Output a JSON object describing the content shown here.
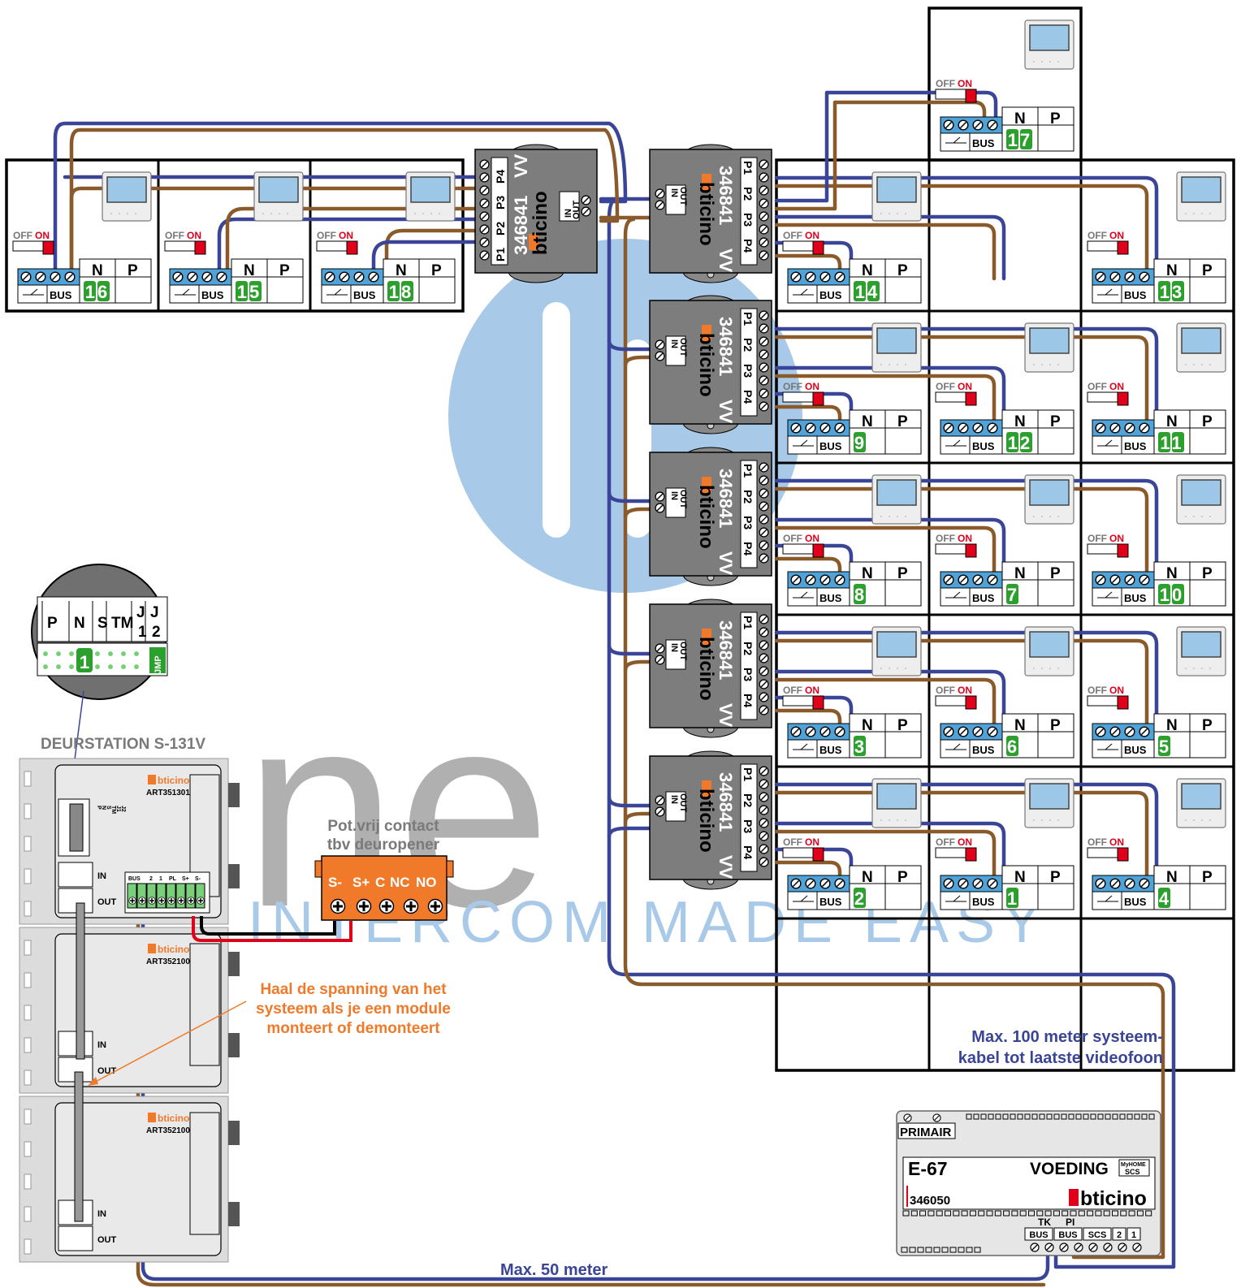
{
  "colors": {
    "bus_blue": "#3a4597",
    "bus_brown": "#8b5a2b",
    "module_grey": "#7d7d7d",
    "terminal_blue": "#4fa3d8",
    "unit_green": "#2ca02c",
    "orange": "#f07a2a",
    "red": "#e0001a",
    "watermark_blue": "#a9c9e8",
    "watermark_grey": "#b0b0b0"
  },
  "watermark": {
    "brand": "ne",
    "tagline": "INTERCOM MADE EASY"
  },
  "switch": {
    "off": "OFF",
    "on": "ON"
  },
  "terminal": {
    "bus": "BUS",
    "n": "N",
    "p": "P"
  },
  "distributor": {
    "model": "346841",
    "vv": "VV",
    "brand": "bticino",
    "ports": [
      "P1",
      "P2",
      "P3",
      "P4"
    ],
    "in": "IN",
    "out": "OUT"
  },
  "units": [
    {
      "num": "16"
    },
    {
      "num": "15"
    },
    {
      "num": "18"
    },
    {
      "num": "17"
    },
    {
      "num": "14"
    },
    {
      "num": "13"
    },
    {
      "num": "9"
    },
    {
      "num": "12"
    },
    {
      "num": "11"
    },
    {
      "num": "8"
    },
    {
      "num": "7"
    },
    {
      "num": "10"
    },
    {
      "num": "3"
    },
    {
      "num": "6"
    },
    {
      "num": "5"
    },
    {
      "num": "2"
    },
    {
      "num": "1"
    },
    {
      "num": "4"
    }
  ],
  "zoom": {
    "labels": [
      "P",
      "N",
      "S",
      "TM",
      "J1",
      "J2"
    ],
    "address": "1",
    "jmp": "JMP"
  },
  "door_station": {
    "title": "DEURSTATION S-131V",
    "main_art": "ART351301",
    "ext_art": "ART352100",
    "in": "IN",
    "out": "OUT",
    "terminals": [
      "BUS",
      "2",
      "1",
      "PL",
      "S+",
      "S-"
    ],
    "mini_labels": [
      "P",
      "N",
      "S",
      "TM",
      "J1",
      "J2"
    ]
  },
  "contact": {
    "title_line1": "Pot.vrij contact",
    "title_line2": "tbv deuropener",
    "labels": [
      "S-",
      "S+",
      "C",
      "NC",
      "NO"
    ]
  },
  "warning": {
    "line1": "Haal de spanning van het",
    "line2": "systeem als je een module",
    "line3": "monteert of demonteert"
  },
  "distance_100": {
    "line1": "Max. 100 meter systeem-",
    "line2": "kabel tot laatste videofoon"
  },
  "distance_50": "Max. 50 meter",
  "power_supply": {
    "primary": "PRIMAIR",
    "model": "E-67",
    "voeding": "VOEDING",
    "myhome_line1": "MyHOME",
    "myhome_line2": "SCS",
    "article": "346050",
    "brand": "bticino",
    "tk": "TK",
    "pi": "PI",
    "terminals": [
      "BUS",
      "BUS",
      "SCS",
      "2",
      "1"
    ]
  }
}
